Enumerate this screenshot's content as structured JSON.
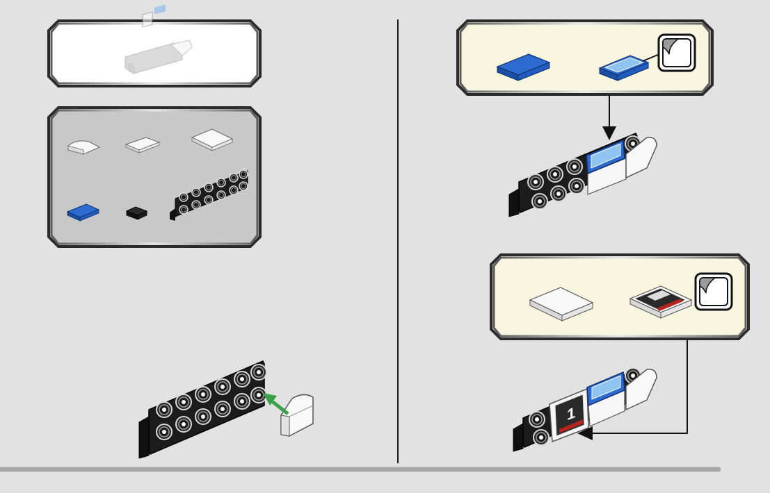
{
  "page": {
    "background": "#e2e2e2",
    "divider_color": "#1a1a1a",
    "bottom_bar_color": "#a9a9a9"
  },
  "colors": {
    "panel_border": "#2b2b2b",
    "submodel_bg": "#ffffff",
    "parts_bg": "#c8c8c8",
    "callout_bg": "#f8f6de",
    "brick_blue": "#2462c4",
    "brick_dark": "#1c1c1c",
    "brick_white": "#f6f6f6",
    "arrow_green": "#3aa04a"
  },
  "left_page": {
    "submodel_preview": {
      "icon": "assembled-submodel-preview"
    },
    "parts_list": {
      "items": [
        {
          "icon": "white-curved-slope-icon"
        },
        {
          "icon": "white-tile-1x2-icon"
        },
        {
          "icon": "white-tile-2x2-icon"
        },
        {
          "icon": "blue-tile-1x2-icon"
        },
        {
          "icon": "black-tile-1x1-icon"
        },
        {
          "icon": "black-bracket-plate-icon"
        }
      ]
    },
    "step": {
      "icon": "attach-curved-slope-to-bracket",
      "arrow": "green-insert-arrow"
    }
  },
  "right_page": {
    "callout_1": {
      "left_part": "blue-tile-1x2",
      "right_part": "blue-tile-with-sticker",
      "sticker_icon": "sticker-sheet-icon"
    },
    "step_1": {
      "icon": "place-blue-sticker-tile"
    },
    "callout_2": {
      "left_part": "white-tile-2x2",
      "right_part": "white-tile-with-number-sticker",
      "sticker_icon": "sticker-sheet-icon"
    },
    "step_2": {
      "icon": "place-number-sticker-tile",
      "sticker_number": "1"
    }
  }
}
